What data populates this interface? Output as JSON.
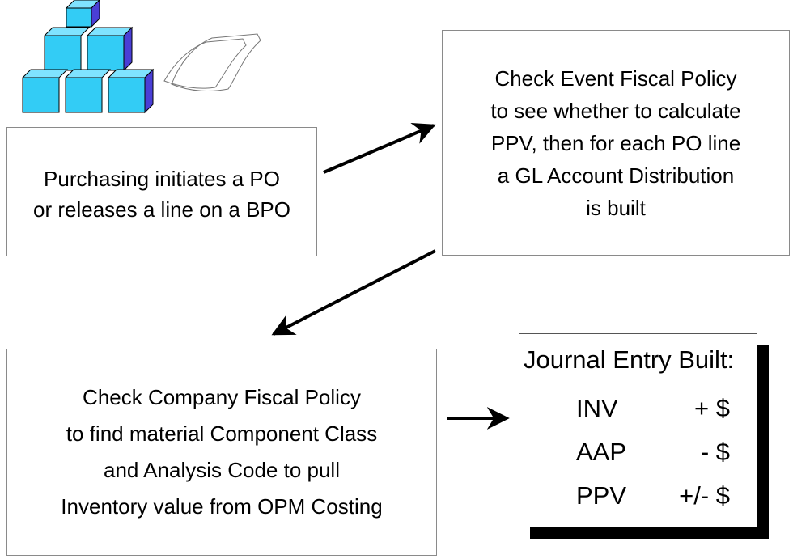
{
  "boxes": {
    "po": {
      "lines": [
        "Purchasing initiates a  PO",
        "or releases a line on a BPO"
      ]
    },
    "event_policy": {
      "lines": [
        "Check Event Fiscal Policy",
        "to see whether to calculate",
        "PPV, then for each PO line",
        "a GL Account Distribution",
        "is built"
      ]
    },
    "company_policy": {
      "lines": [
        "Check Company Fiscal Policy",
        "to find material Component Class",
        "and Analysis Code to pull",
        "Inventory value from OPM Costing"
      ]
    },
    "journal": {
      "title": "Journal Entry Built:",
      "rows": [
        {
          "label": "INV",
          "value": "+ $"
        },
        {
          "label": "AAP",
          "value": "- $"
        },
        {
          "label": "PPV",
          "value": "+/- $"
        }
      ]
    }
  },
  "colors": {
    "cube_face": "#33ccf5",
    "cube_top": "#7fe3ff",
    "cube_side": "#4a3fd6",
    "arrow": "#000000"
  },
  "icons": [
    "cube-pyramid-icon",
    "paper-outline-icon"
  ]
}
